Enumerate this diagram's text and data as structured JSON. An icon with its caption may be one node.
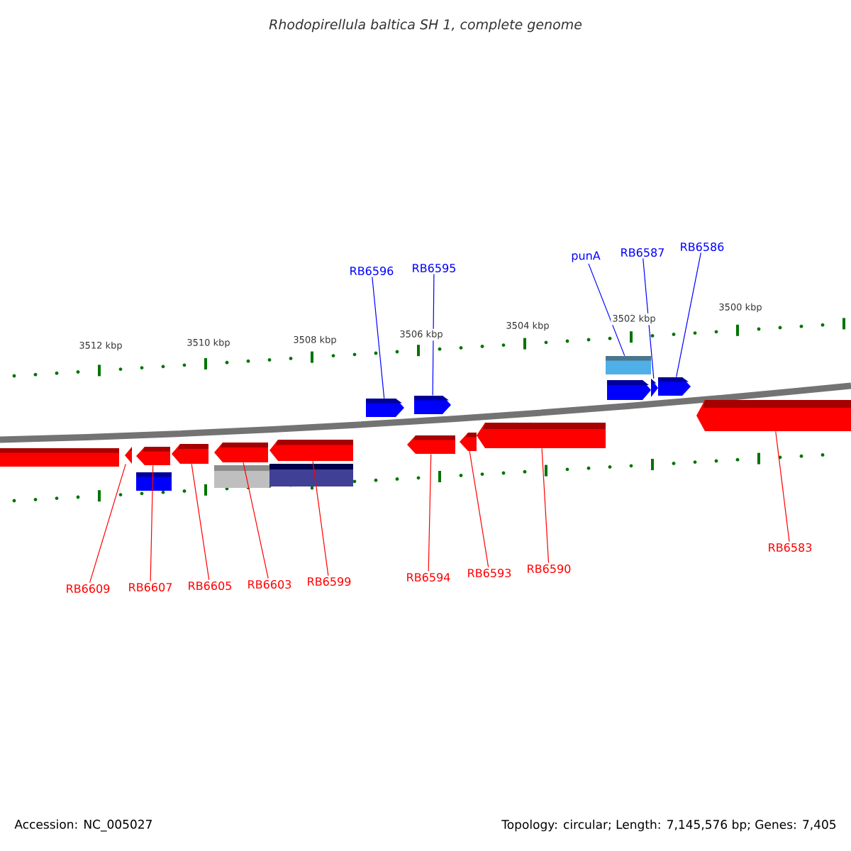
{
  "diagram": {
    "title": "Rhodopirellula baltica SH 1, complete genome",
    "nodes": [
      {
        "text": [
          "RB6596"
        ]
      },
      {
        "text": [
          "RB6595"
        ]
      },
      {
        "text": [
          "punA"
        ]
      },
      {
        "text": [
          "RB6587"
        ]
      },
      {
        "text": [
          "RB6586"
        ]
      },
      {
        "text": [
          "RB6609"
        ]
      },
      {
        "text": [
          "RB6607"
        ]
      },
      {
        "text": [
          "RB6605"
        ]
      },
      {
        "text": [
          "RB6603"
        ]
      },
      {
        "text": [
          "RB6599"
        ]
      },
      {
        "text": [
          "RB6594"
        ]
      },
      {
        "text": [
          "RB6593"
        ]
      },
      {
        "text": [
          "RB6590"
        ]
      },
      {
        "text": [
          "RB6583"
        ]
      },
      {
        "text": [],
        "shape": "pentagon"
      },
      {
        "text": [],
        "shape": "pentagon"
      },
      {
        "text": [],
        "shape": "box"
      },
      {
        "text": [],
        "shape": "pentagon"
      },
      {
        "text": [],
        "shape": "pentagon"
      },
      {
        "text": [],
        "shape": "pentagon"
      },
      {
        "text": [],
        "shape": "box"
      },
      {
        "text": [],
        "shape": "pentagon"
      },
      {
        "text": [],
        "shape": "pentagon"
      },
      {
        "text": [],
        "shape": "pentagon"
      },
      {
        "text": [],
        "shape": "pentagon"
      },
      {
        "text": [],
        "shape": "pentagon"
      },
      {
        "text": [],
        "shape": "box"
      },
      {
        "text": [],
        "shape": "box"
      },
      {
        "text": [],
        "shape": "box"
      },
      {
        "text": [],
        "shape": "pentagon"
      },
      {
        "text": [],
        "shape": "pentagon"
      },
      {
        "text": [],
        "shape": "pentagon"
      },
      {
        "text": [],
        "shape": "pentagon"
      }
    ],
    "edges": [
      {
        "from": 0,
        "to": 14,
        "arrow": "none",
        "color": "#0000ff"
      },
      {
        "from": 1,
        "to": 15,
        "arrow": "none",
        "color": "#0000ff"
      },
      {
        "from": 2,
        "to": 16,
        "arrow": "none",
        "color": "#0000ff"
      },
      {
        "from": 3,
        "to": 18,
        "arrow": "none",
        "color": "#0000ff"
      },
      {
        "from": 4,
        "to": 19,
        "arrow": "none",
        "color": "#0000ff"
      },
      {
        "from": 5,
        "to": 21,
        "arrow": "none"
      },
      {
        "from": 6,
        "to": 22,
        "arrow": "none"
      },
      {
        "from": 7,
        "to": 23,
        "arrow": "none"
      },
      {
        "from": 8,
        "to": 24,
        "arrow": "none"
      },
      {
        "from": 9,
        "to": 25,
        "arrow": "none"
      },
      {
        "from": 10,
        "to": 29,
        "arrow": "none"
      },
      {
        "from": 11,
        "to": 30,
        "arrow": "none"
      },
      {
        "from": 12,
        "to": 31,
        "arrow": "none"
      },
      {
        "from": 13,
        "to": 32,
        "arrow": "none"
      }
    ],
    "labels": [
      "3512 kbp",
      "3510 kbp",
      "3508 kbp",
      "3506 kbp",
      "3504 kbp",
      "3502 kbp",
      "3500 kbp",
      "Accession: NC_005027",
      "Topology: circular; Length: 7,145,576 bp; Genes: 7,405"
    ]
  }
}
